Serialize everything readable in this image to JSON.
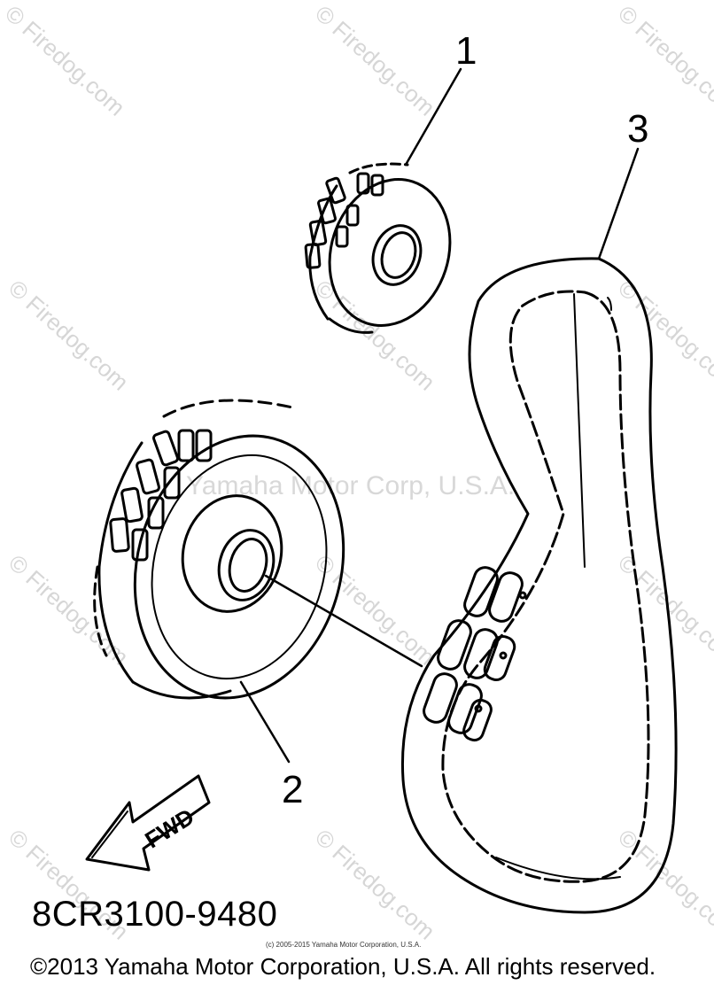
{
  "watermark": {
    "text": "© Firedog.com",
    "center_text": "Yamaha Motor Corp, U.S.A."
  },
  "callouts": {
    "part1": "1",
    "part2": "2",
    "part3": "3"
  },
  "arrow_label": "FWD",
  "part_number": "8CR3100-9480",
  "fine_print": "(c) 2005-2015 Yamaha Motor Corporation, U.S.A.",
  "copyright": "©2013 Yamaha Motor Corporation, U.S.A. All rights reserved.",
  "colors": {
    "line": "#000000",
    "watermark": "#d6d6d6",
    "background": "#ffffff"
  }
}
